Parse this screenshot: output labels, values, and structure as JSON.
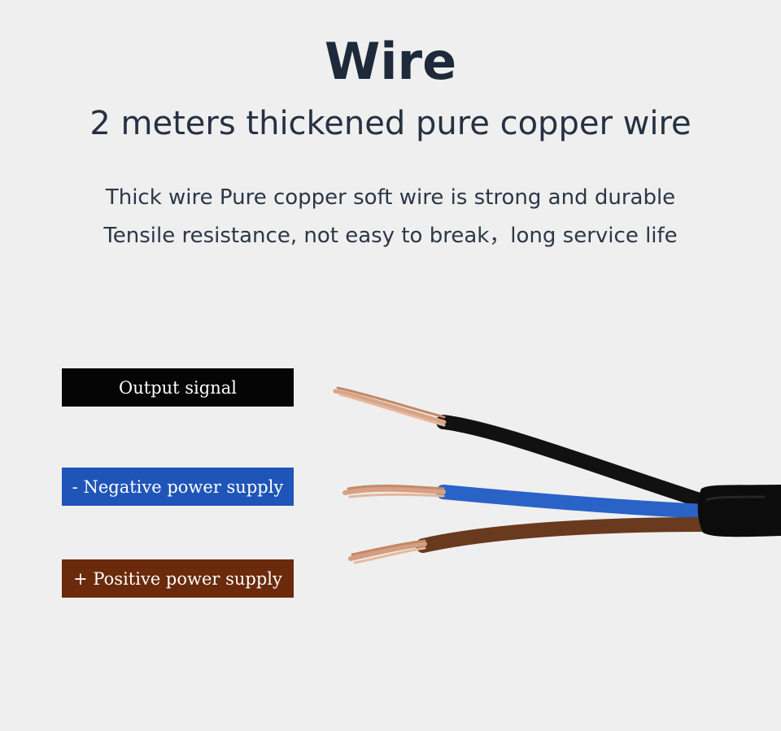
{
  "header": {
    "title": "Wire",
    "subtitle": "2 meters thickened pure copper wire"
  },
  "description": {
    "line1": "Thick wire Pure copper soft wire is strong and durable",
    "line2": "Tensile resistance, not easy to break，long service life"
  },
  "labels": [
    {
      "text": "Output signal",
      "color": "#050505"
    },
    {
      "text": "- Negative power supply",
      "color": "#1f55b8"
    },
    {
      "text": "+ Positive power supply",
      "color": "#6a2a0b"
    }
  ],
  "colors": {
    "background": "#efefef",
    "black_wire": "#111111",
    "blue_wire": "#2a63c8",
    "brown_wire": "#6a3a1f",
    "copper": "#d59c7b"
  }
}
